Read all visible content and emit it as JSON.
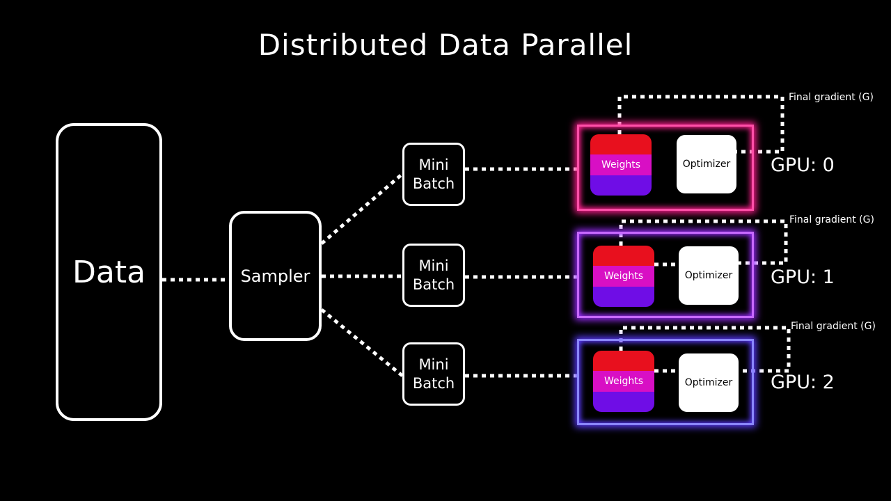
{
  "title": "Distributed Data Parallel",
  "data_label": "Data",
  "sampler_label": "Sampler",
  "mini_batches": [
    {
      "line1": "Mini",
      "line2": "Batch"
    },
    {
      "line1": "Mini",
      "line2": "Batch"
    },
    {
      "line1": "Mini",
      "line2": "Batch"
    }
  ],
  "gpus": [
    {
      "label": "GPU: 0",
      "weights": "Weights",
      "optimizer": "Optimizer",
      "gradient": "Final gradient (G)",
      "glow_color": "#ff1f8f"
    },
    {
      "label": "GPU: 1",
      "weights": "Weights",
      "optimizer": "Optimizer",
      "gradient": "Final gradient (G)",
      "glow_color": "#9b2cff"
    },
    {
      "label": "GPU: 2",
      "weights": "Weights",
      "optimizer": "Optimizer",
      "gradient": "Final gradient (G)",
      "glow_color": "#5b3cff"
    }
  ],
  "colors": {
    "background": "#000000",
    "weights_bands": [
      "#e8101e",
      "#d80fc4",
      "#6f0de6"
    ],
    "connector": "#ffffff"
  }
}
